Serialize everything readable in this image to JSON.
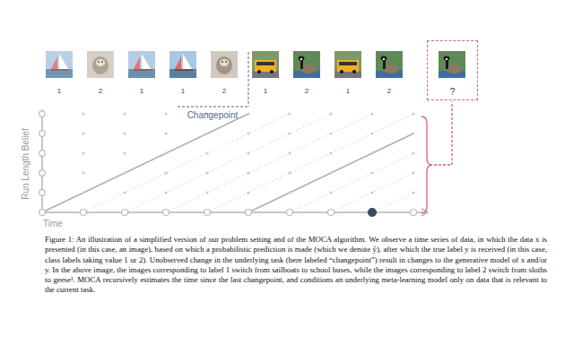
{
  "diagram": {
    "caption": "Figure 1: An illustration of a simplified version of our problem setting and of the MOCA algorithm. We observe a time series of data, in which the data x is presented (in this case, an image), based on which a probabilistic prediction is made (which we denote ŷ), after which the true label y is received (in this case, class labels taking value 1 or 2). Unobserved change in the underlying task (here labeled “changepoint”) result in changes to the generative model of x and/or y. In the above image, the images corresponding to label 1 switch from sailboats to school buses, while the images corresponding to label 2 switch from sloths to geese¹. MOCA recursively estimates the time since the last changepoint, and conditions an underlying meta-learning model only on data that is relevant to the current task.",
    "nodes": [
      {
        "text": [
          "?"
        ]
      }
    ],
    "labels": [
      "1",
      "2",
      "1",
      "1",
      "2",
      "1",
      "2",
      "1",
      "2",
      "Changepoint",
      "Run Length Belief",
      "Time"
    ]
  }
}
